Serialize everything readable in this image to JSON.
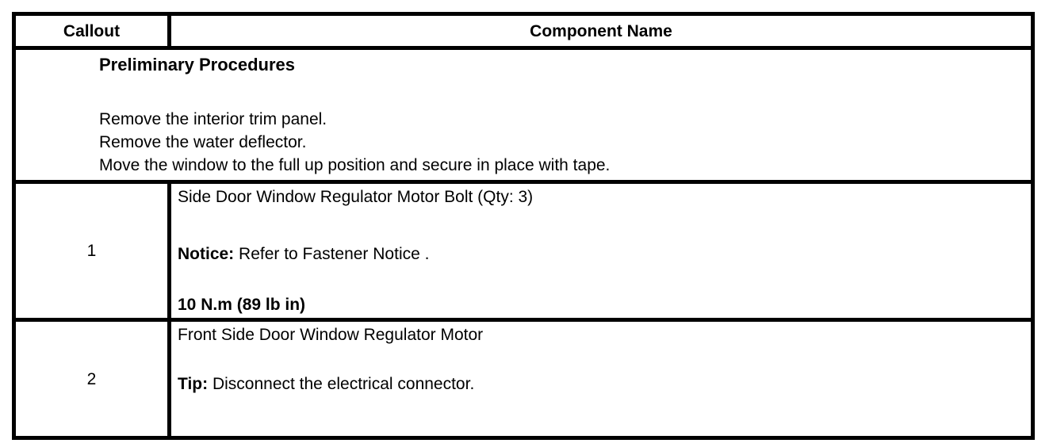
{
  "table": {
    "headers": [
      {
        "label": "Callout"
      },
      {
        "label": "Component Name"
      }
    ],
    "preliminary": {
      "title": "Preliminary Procedures",
      "steps": [
        "Remove the interior trim panel.",
        "Remove the water deflector.",
        "Move the window to the full up position and secure in place with tape."
      ]
    },
    "rows": [
      {
        "callout": "1",
        "name": "Side Door Window Regulator Motor Bolt (Qty: 3)",
        "notice_label": "Notice:",
        "notice_text": " Refer to Fastener Notice .",
        "torque": "10 N.m (89 lb in)"
      },
      {
        "callout": "2",
        "name": "Front Side Door Window Regulator Motor",
        "tip_label": "Tip:",
        "tip_text": " Disconnect the electrical connector."
      }
    ]
  },
  "colors": {
    "border": "#000000",
    "text": "#000000",
    "background": "#ffffff"
  }
}
